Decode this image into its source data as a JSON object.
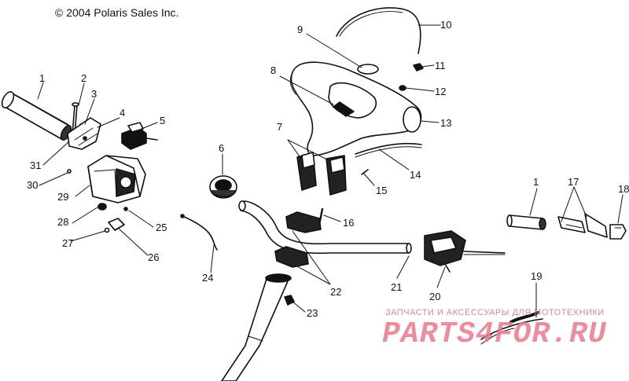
{
  "copyright": "© 2004 Polaris Sales Inc.",
  "callouts": [
    {
      "id": "1",
      "text": "1"
    },
    {
      "id": "2",
      "text": "2"
    },
    {
      "id": "3",
      "text": "3"
    },
    {
      "id": "4",
      "text": "4"
    },
    {
      "id": "5",
      "text": "5"
    },
    {
      "id": "6",
      "text": "6"
    },
    {
      "id": "7",
      "text": "7"
    },
    {
      "id": "8",
      "text": "8"
    },
    {
      "id": "9",
      "text": "9"
    },
    {
      "id": "10",
      "text": "10"
    },
    {
      "id": "11",
      "text": "11"
    },
    {
      "id": "12",
      "text": "12"
    },
    {
      "id": "13",
      "text": "13"
    },
    {
      "id": "14",
      "text": "14"
    },
    {
      "id": "15",
      "text": "15"
    },
    {
      "id": "16",
      "text": "16"
    },
    {
      "id": "17",
      "text": "17"
    },
    {
      "id": "18",
      "text": "18"
    },
    {
      "id": "19",
      "text": "19"
    },
    {
      "id": "20",
      "text": "20"
    },
    {
      "id": "21",
      "text": "21"
    },
    {
      "id": "22",
      "text": "22"
    },
    {
      "id": "23",
      "text": "23"
    },
    {
      "id": "24",
      "text": "24"
    },
    {
      "id": "25",
      "text": "25"
    },
    {
      "id": "26",
      "text": "26"
    },
    {
      "id": "27",
      "text": "27"
    },
    {
      "id": "28",
      "text": "28"
    },
    {
      "id": "29",
      "text": "29"
    },
    {
      "id": "30",
      "text": "30"
    },
    {
      "id": "31",
      "text": "31"
    },
    {
      "id": "1b",
      "text": "1"
    }
  ],
  "watermark": {
    "tagline": "ЗАПЧАСТИ И АКСЕССУАРЫ ДЛЯ МОТОТЕХНИКИ",
    "logo": "PARTS4FOR.RU",
    "color": "#e77a8c"
  }
}
